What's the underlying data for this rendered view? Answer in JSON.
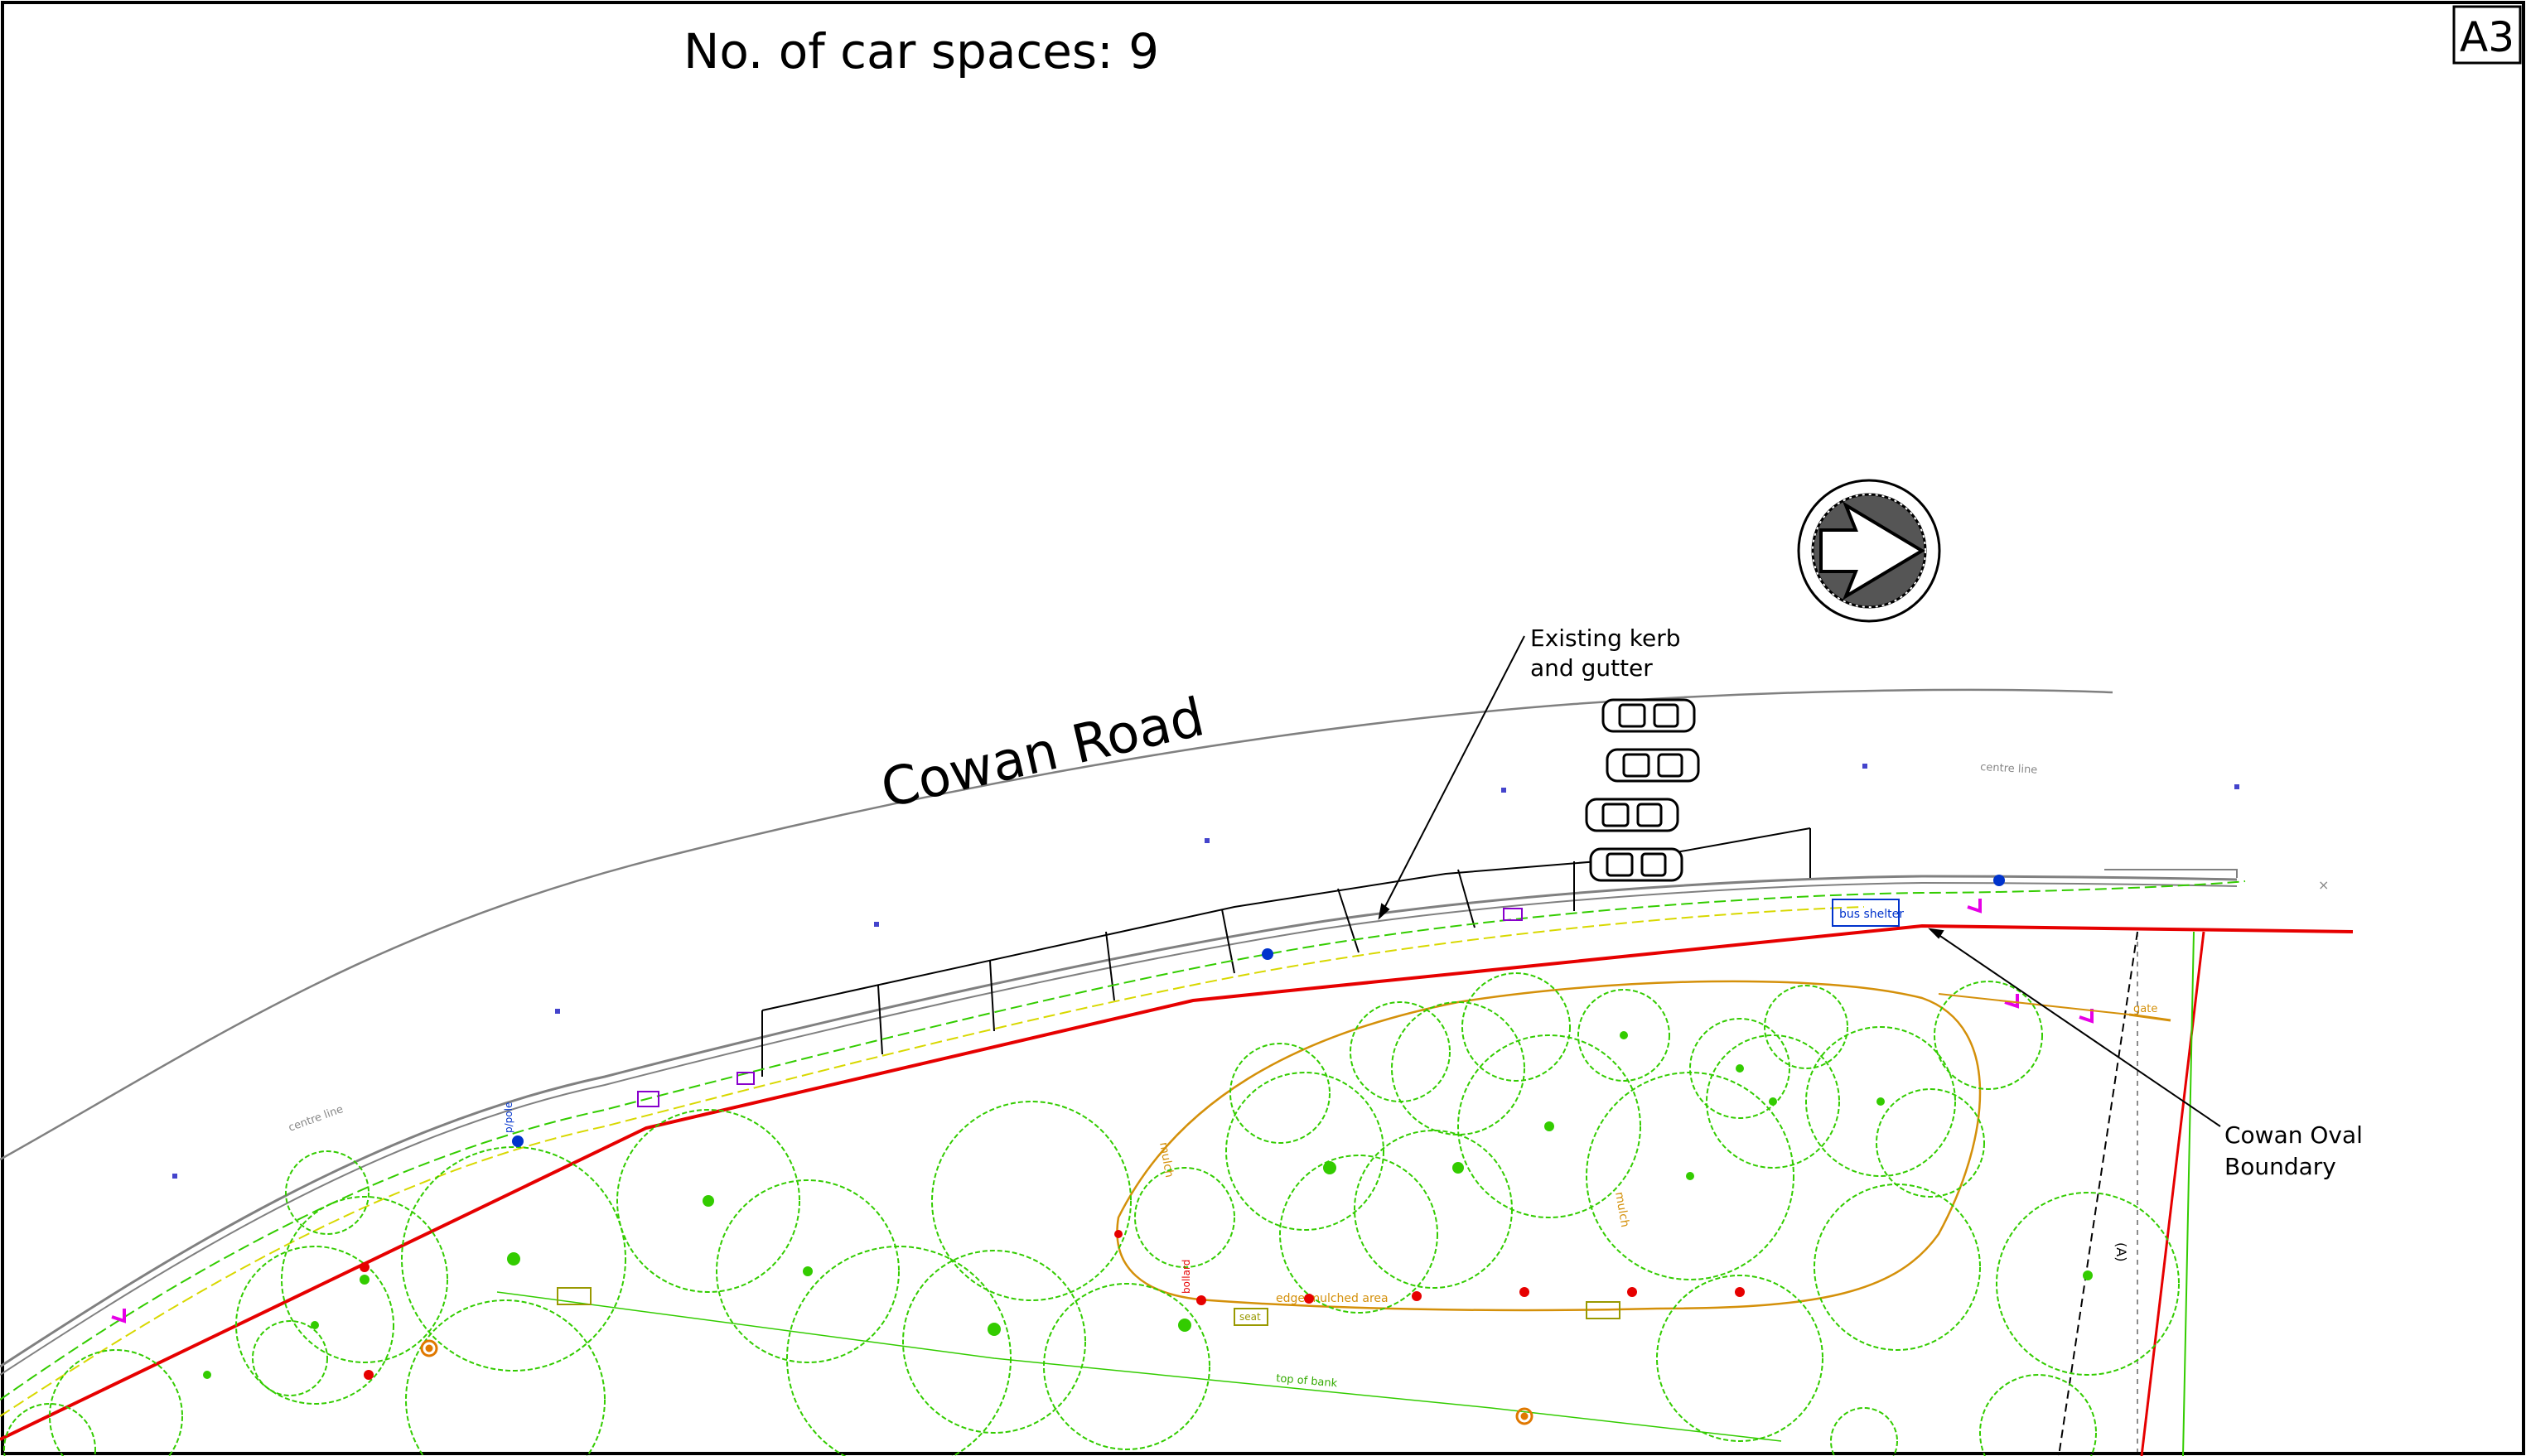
{
  "sheet": {
    "size_label": "A3",
    "car_spaces_title": "No. of car spaces: 9"
  },
  "road": {
    "name": "Cowan  Road",
    "centreline_label": "centre line",
    "centreline_label_left": "centre line"
  },
  "annotations": {
    "kerb_line1": "Existing kerb",
    "kerb_line2": "and gutter",
    "boundary_line1": "Cowan Oval",
    "boundary_line2": "Boundary",
    "bus_shelter": "bus shelter",
    "edge_mulched": "edge mulched area",
    "mulch": "mulch",
    "top_of_bank": "top of bank",
    "seat": "seat",
    "gate": "gate",
    "bollard": "bollard",
    "pole": "p/pole",
    "fence_marker": "(A)"
  },
  "colors": {
    "boundary": "#e60000",
    "tree": "#33cc00",
    "mulch": "#d4900a",
    "road": "#808080",
    "dashed_yellow": "#d8d800",
    "bollard": "#e60000",
    "pole": "#0033cc",
    "sign": "#e600e6"
  },
  "north_arrow": {
    "icon": "north-arrow-icon"
  }
}
